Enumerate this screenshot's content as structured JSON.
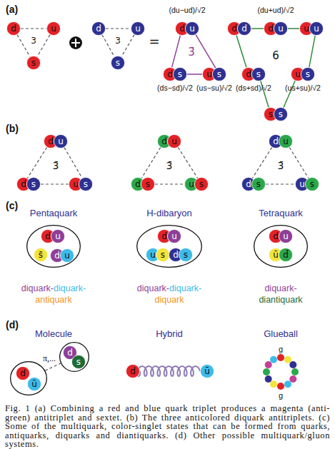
{
  "diagram": {
    "caption": "Fig. 1 (a) Combining a red and blue quark triplet produces a magenta (anti-green) antitriplet and sextet. (b) The three anticolored diquark antitriplets. (c) Some of the multiquark, color-singlet states that can be formed from quarks, antiquarks, diquarks and diantiquarks. (d) Other possible multiquark/gluon systems.",
    "nodes": [
      {
        "text": [
          "d"
        ]
      },
      {
        "text": [
          "u"
        ]
      },
      {
        "text": [
          "s"
        ]
      },
      {
        "text": [
          "d"
        ]
      },
      {
        "text": [
          "u"
        ]
      },
      {
        "text": [
          "s"
        ]
      },
      {
        "text": [
          "d"
        ]
      },
      {
        "text": [
          "u"
        ]
      },
      {
        "text": [
          "d"
        ]
      },
      {
        "text": [
          "s"
        ]
      },
      {
        "text": [
          "u"
        ]
      },
      {
        "text": [
          "s"
        ]
      },
      {
        "text": [
          "d"
        ]
      },
      {
        "text": [
          "d"
        ]
      },
      {
        "text": [
          "d"
        ]
      },
      {
        "text": [
          "u"
        ]
      },
      {
        "text": [
          "u"
        ]
      },
      {
        "text": [
          "u"
        ]
      },
      {
        "text": [
          "d"
        ]
      },
      {
        "text": [
          "s"
        ]
      },
      {
        "text": [
          "u"
        ]
      },
      {
        "text": [
          "s"
        ]
      },
      {
        "text": [
          "s"
        ]
      },
      {
        "text": [
          "s"
        ]
      },
      {
        "text": [
          "d"
        ]
      },
      {
        "text": [
          "u"
        ]
      },
      {
        "text": [
          "d"
        ]
      },
      {
        "text": [
          "s"
        ]
      },
      {
        "text": [
          "u"
        ]
      },
      {
        "text": [
          "s"
        ]
      },
      {
        "text": [
          "d"
        ]
      },
      {
        "text": [
          "u"
        ]
      },
      {
        "text": [
          "d"
        ]
      },
      {
        "text": [
          "s"
        ]
      },
      {
        "text": [
          "u"
        ]
      },
      {
        "text": [
          "s"
        ]
      },
      {
        "text": [
          "d"
        ]
      },
      {
        "text": [
          "u"
        ]
      },
      {
        "text": [
          "d"
        ]
      },
      {
        "text": [
          "s"
        ]
      },
      {
        "text": [
          "u"
        ]
      },
      {
        "text": [
          "s"
        ]
      },
      {
        "text": []
      },
      {
        "text": [
          "d"
        ],
        "in": 42
      },
      {
        "text": [
          "u"
        ],
        "in": 42
      },
      {
        "text": [
          "s̄"
        ],
        "in": 42
      },
      {
        "text": [
          "d"
        ],
        "in": 42
      },
      {
        "text": [
          "u"
        ],
        "in": 42
      },
      {
        "text": []
      },
      {
        "text": [
          "d"
        ],
        "in": 48
      },
      {
        "text": [
          "u"
        ],
        "in": 48
      },
      {
        "text": [
          "u"
        ],
        "in": 48
      },
      {
        "text": [
          "s"
        ],
        "in": 48
      },
      {
        "text": [
          "d"
        ],
        "in": 48
      },
      {
        "text": [
          "s"
        ],
        "in": 48
      },
      {
        "text": []
      },
      {
        "text": [
          "d"
        ],
        "in": 55
      },
      {
        "text": [
          "u"
        ],
        "in": 55
      },
      {
        "text": [
          "ū"
        ],
        "in": 55
      },
      {
        "text": [
          "d̄"
        ],
        "in": 55
      },
      {
        "text": []
      },
      {
        "text": [
          "d"
        ],
        "in": 60
      },
      {
        "text": [
          "ū"
        ],
        "in": 60
      },
      {
        "text": []
      },
      {
        "text": [
          "d"
        ],
        "in": 63
      },
      {
        "text": [
          "s"
        ],
        "in": 63
      },
      {
        "text": [
          "d"
        ]
      },
      {
        "text": [
          "ū"
        ]
      }
    ],
    "edges": [
      {
        "from": 0,
        "to": 1,
        "arrow": "none"
      },
      {
        "from": 0,
        "to": 2,
        "arrow": "none"
      },
      {
        "from": 1,
        "to": 2,
        "arrow": "none"
      },
      {
        "from": 3,
        "to": 4,
        "arrow": "none"
      },
      {
        "from": 3,
        "to": 5,
        "arrow": "none"
      },
      {
        "from": 4,
        "to": 5,
        "arrow": "none"
      },
      {
        "from": 6,
        "to": 8,
        "arrow": "none"
      },
      {
        "from": 7,
        "to": 11,
        "arrow": "none"
      },
      {
        "from": 9,
        "to": 10,
        "arrow": "none"
      },
      {
        "from": 13,
        "to": 14,
        "arrow": "none"
      },
      {
        "from": 15,
        "to": 16,
        "arrow": "none"
      },
      {
        "from": 12,
        "to": 18,
        "arrow": "none"
      },
      {
        "from": 17,
        "to": 21,
        "arrow": "none"
      },
      {
        "from": 19,
        "to": 22,
        "arrow": "none"
      },
      {
        "from": 20,
        "to": 23,
        "arrow": "none"
      },
      {
        "from": 24,
        "to": 26,
        "arrow": "none"
      },
      {
        "from": 25,
        "to": 29,
        "arrow": "none"
      },
      {
        "from": 27,
        "to": 28,
        "arrow": "none"
      },
      {
        "from": 30,
        "to": 32,
        "arrow": "none"
      },
      {
        "from": 31,
        "to": 35,
        "arrow": "none"
      },
      {
        "from": 33,
        "to": 34,
        "arrow": "none"
      },
      {
        "from": 36,
        "to": 38,
        "arrow": "none"
      },
      {
        "from": 37,
        "to": 41,
        "arrow": "none"
      },
      {
        "from": 39,
        "to": 40,
        "arrow": "none"
      },
      {
        "from": 60,
        "to": 63,
        "label": "π,...",
        "arrow": "none"
      },
      {
        "from": 66,
        "to": 67,
        "arrow": "none"
      }
    ],
    "labels": [
      "(a)",
      "3",
      "3",
      "=",
      "(du−ud)/√2",
      "3̄",
      "(ds−sd)/√2",
      "(us−su)/√2",
      "(du+ud)/√2",
      "6",
      "(ds+sd)/√2",
      "(us+su)/√2",
      "(b)",
      "3̄",
      "3̄",
      "3̄",
      "(c)",
      "Pentaquark",
      "H-dibaryon",
      "Tetraquark",
      "diquark-",
      "diquark-",
      "antiquark",
      "diquark-",
      "diquark-",
      "diquark",
      "diquark-",
      "diantiquark",
      "(d)",
      "Molecule",
      "Hybrid",
      "Glueball",
      "g",
      "g"
    ]
  }
}
